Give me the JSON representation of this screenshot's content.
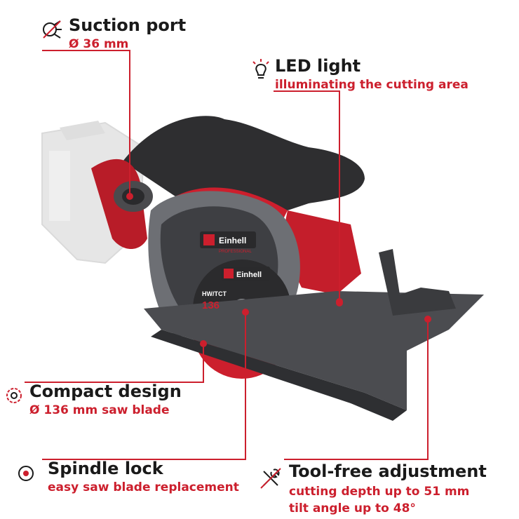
{
  "colors": {
    "accent": "#cc1f2d",
    "text": "#1a1a1a",
    "tool_dark": "#3a3a3d",
    "tool_gray": "#6b6d72",
    "battery": "#d9d9d9"
  },
  "features": {
    "suction_port": {
      "title": "Suction port",
      "lines": [
        "Ø 36 mm"
      ],
      "icon": "suction-port-icon"
    },
    "led_light": {
      "title": "LED light",
      "lines": [
        "illuminating the cutting area"
      ],
      "icon": "led-bulb-icon"
    },
    "compact_design": {
      "title": "Compact design",
      "lines": [
        "Ø 136 mm saw blade"
      ],
      "icon": "gear-icon"
    },
    "spindle_lock": {
      "title": "Spindle lock",
      "lines": [
        "easy saw blade replacement"
      ],
      "icon": "spindle-lock-icon"
    },
    "tool_free": {
      "title": "Tool-free adjustment",
      "lines": [
        "cutting depth up to 51 mm",
        "tilt angle up to 48°"
      ],
      "icon": "tools-crossed-icon"
    }
  },
  "product": {
    "brand": "Einhell",
    "brand_sub": "PROFESSIONAL",
    "blade_brand": "Einhell",
    "blade_type": "HW/TCT",
    "blade_size": "136"
  }
}
